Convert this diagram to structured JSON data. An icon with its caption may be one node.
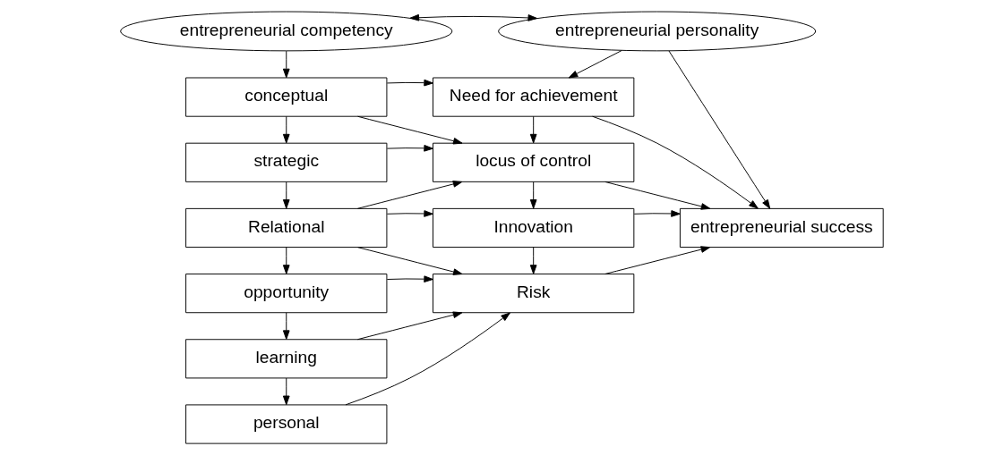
{
  "diagram": {
    "nodes": [
      {
        "text": [
          "entrepreneurial competency"
        ]
      },
      {
        "text": [
          "entrepreneurial personality"
        ]
      },
      {
        "text": [
          "conceptual"
        ]
      },
      {
        "text": [
          "strategic"
        ]
      },
      {
        "text": [
          "Relational"
        ]
      },
      {
        "text": [
          "opportunity"
        ]
      },
      {
        "text": [
          "learning"
        ]
      },
      {
        "text": [
          "personal"
        ]
      },
      {
        "text": [
          "Need for achievement"
        ]
      },
      {
        "text": [
          "locus of control"
        ]
      },
      {
        "text": [
          "Innovation"
        ]
      },
      {
        "text": [
          "Risk"
        ]
      },
      {
        "text": [
          "entrepreneurial success"
        ]
      }
    ],
    "edges": [
      {
        "from": 0,
        "to": 1,
        "arrow": "both"
      },
      {
        "from": 0,
        "to": 2,
        "arrow": "to"
      },
      {
        "from": 2,
        "to": 3,
        "arrow": "to"
      },
      {
        "from": 3,
        "to": 4,
        "arrow": "to"
      },
      {
        "from": 4,
        "to": 5,
        "arrow": "to"
      },
      {
        "from": 5,
        "to": 6,
        "arrow": "to"
      },
      {
        "from": 6,
        "to": 7,
        "arrow": "to"
      },
      {
        "from": 1,
        "to": 8,
        "arrow": "to"
      },
      {
        "from": 8,
        "to": 9,
        "arrow": "to"
      },
      {
        "from": 9,
        "to": 10,
        "arrow": "to"
      },
      {
        "from": 10,
        "to": 11,
        "arrow": "to"
      },
      {
        "from": 2,
        "to": 8,
        "arrow": "to"
      },
      {
        "from": 2,
        "to": 9,
        "arrow": "to"
      },
      {
        "from": 3,
        "to": 9,
        "arrow": "to"
      },
      {
        "from": 4,
        "to": 9,
        "arrow": "to"
      },
      {
        "from": 4,
        "to": 10,
        "arrow": "to"
      },
      {
        "from": 4,
        "to": 11,
        "arrow": "to"
      },
      {
        "from": 5,
        "to": 11,
        "arrow": "to"
      },
      {
        "from": 6,
        "to": 11,
        "arrow": "to"
      },
      {
        "from": 7,
        "to": 11,
        "arrow": "to"
      },
      {
        "from": 9,
        "to": 12,
        "arrow": "to"
      },
      {
        "from": 8,
        "to": 12,
        "arrow": "to"
      },
      {
        "from": 1,
        "to": 12,
        "arrow": "to"
      },
      {
        "from": 10,
        "to": 12,
        "arrow": "to"
      },
      {
        "from": 11,
        "to": 12,
        "arrow": "to"
      }
    ]
  }
}
